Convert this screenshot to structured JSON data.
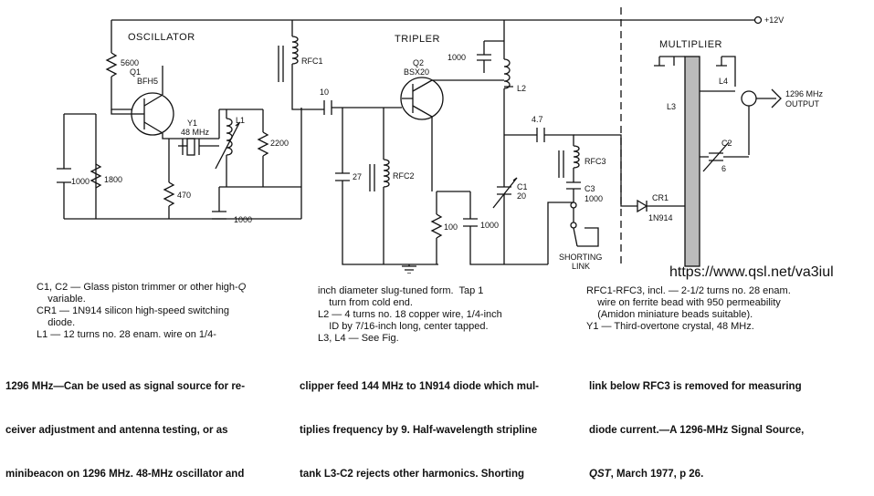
{
  "sections": {
    "oscillator": "OSCILLATOR",
    "tripler": "TRIPLER",
    "multiplier": "MULTIPLIER"
  },
  "supply": "+12V",
  "components": {
    "r5600": "5600",
    "q1_name": "Q1",
    "q1_type": "BFH5",
    "y1_name": "Y1",
    "y1_freq": "48 MHz",
    "l1": "L1",
    "rfc1": "RFC1",
    "r2200": "2200",
    "c1000a": "1000",
    "r1800": "1800",
    "r470": "470",
    "c1000b": "1000",
    "c10": "10",
    "c27": "27",
    "rfc2": "RFC2",
    "q2_name": "Q2",
    "q2_type": "BSX20",
    "c1000c": "1000",
    "l2": "L2",
    "r100": "100",
    "c1000d": "1000",
    "c1_name": "C1",
    "c1_val": "20",
    "c47": "4.7",
    "rfc3": "RFC3",
    "c3_name": "C3",
    "c3_val": "1000",
    "shorting": "SHORTING",
    "link": "LINK",
    "cr1_name": "CR1",
    "cr1_type": "1N914",
    "l3": "L3",
    "l4": "L4",
    "c2_name": "C2",
    "c2_val": "6",
    "output1": "1296 MHz",
    "output2": "OUTPUT"
  },
  "url": "https://www.qsl.net/va3iul",
  "notes_col1": [
    "C1, C2 — Glass piston trimmer or other high-",
    "Q",
    "    variable.",
    "CR1 — 1N914 silicon high-speed switching",
    "    diode.",
    "L1 — 12 turns no. 28 enam. wire on 1/4-"
  ],
  "notes_col2": [
    "inch diameter slug-tuned form.  Tap 1",
    "    turn from cold end.",
    "L2 — 4 turns no. 18 copper wire, 1/4-inch",
    "    ID by 7/16-inch long, center tapped.",
    "L3, L4 — See Fig."
  ],
  "notes_col3": [
    "RFC1-RFC3, incl. — 2-1/2 turns no. 28 enam.",
    "    wire on ferrite bead with 950 permeability",
    "    (Amidon miniature beads suitable).",
    "Y1 — Third-overtone crystal, 48 MHz."
  ],
  "caption_col1": [
    "1296 MHz—Can be used as signal source for re-",
    "ceiver adjustment and antenna testing, or as",
    "minibeacon on 1296 MHz. 48-MHz oscillator and"
  ],
  "caption_col2": [
    "clipper feed 144 MHz to 1N914 diode which mul-",
    "tiplies frequency by 9. Half-wavelength stripline",
    "tank L3-C2 rejects other harmonics. Shorting"
  ],
  "caption_col3": [
    "link below RFC3 is removed for measuring",
    "diode current.—A 1296-MHz Signal Source,",
    "QST",
    ", March 1977, p 26."
  ]
}
